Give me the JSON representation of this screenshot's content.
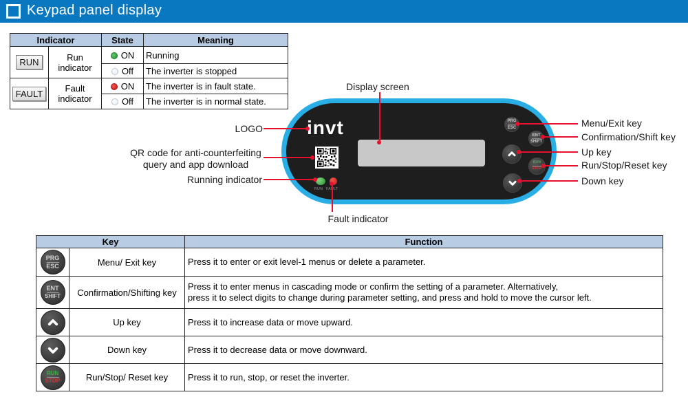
{
  "title_bar": {
    "title": "Keypad panel display"
  },
  "indicator_table": {
    "headers": {
      "indicator": "Indicator",
      "state": "State",
      "meaning": "Meaning"
    },
    "run": {
      "badge": "RUN",
      "name": "Run indicator",
      "on_state": "ON",
      "on_meaning": "Running",
      "off_state": "Off",
      "off_meaning": "The inverter is stopped"
    },
    "fault": {
      "badge": "FAULT",
      "name": "Fault indicator",
      "on_state": "ON",
      "on_meaning": "The inverter is in fault state.",
      "off_state": "Off",
      "off_meaning": "The inverter is in normal state."
    }
  },
  "panel": {
    "logo": "invt",
    "run_led_label": "RUN",
    "fault_led_label": "FAULT",
    "keys": {
      "prg_top": "PRG",
      "prg_bottom": "ESC",
      "ent_top": "ENT",
      "ent_bottom": "SHIFT",
      "run_top": "RUN",
      "run_bottom": "STOP"
    },
    "callouts": {
      "display": "Display screen",
      "logo": "LOGO",
      "qr": "QR code for anti-counterfeiting\nquery and app download",
      "running": "Running indicator",
      "fault": "Fault indicator",
      "menu": "Menu/Exit key",
      "confirm": "Confirmation/Shift key",
      "up": "Up key",
      "runstop": "Run/Stop/Reset key",
      "down": "Down key"
    }
  },
  "key_table": {
    "headers": {
      "key": "Key",
      "function": "Function"
    },
    "rows": [
      {
        "name": "Menu/ Exit key",
        "function": "Press it to enter or exit level-1 menus or delete a parameter."
      },
      {
        "name": "Confirmation/Shifting key",
        "function": "Press it to enter menus in cascading mode or confirm the setting of a parameter. Alternatively,\npress it to select digits to change during parameter setting, and press and hold to move the cursor left."
      },
      {
        "name": "Up key",
        "function": "Press it to increase data or move upward."
      },
      {
        "name": "Down key",
        "function": "Press it to decrease data or move downward."
      },
      {
        "name": "Run/Stop/ Reset key",
        "function": "Press it to run, stop, or reset the inverter."
      }
    ]
  },
  "colors": {
    "header_blue": "#0a78c0",
    "table_header_blue": "#b8cce4",
    "panel_cyan": "#2aaee6",
    "panel_body": "#1e1e1e",
    "callout_red": "#e8112d",
    "led_green": "#2c8f2f",
    "led_red": "#c3161c"
  }
}
